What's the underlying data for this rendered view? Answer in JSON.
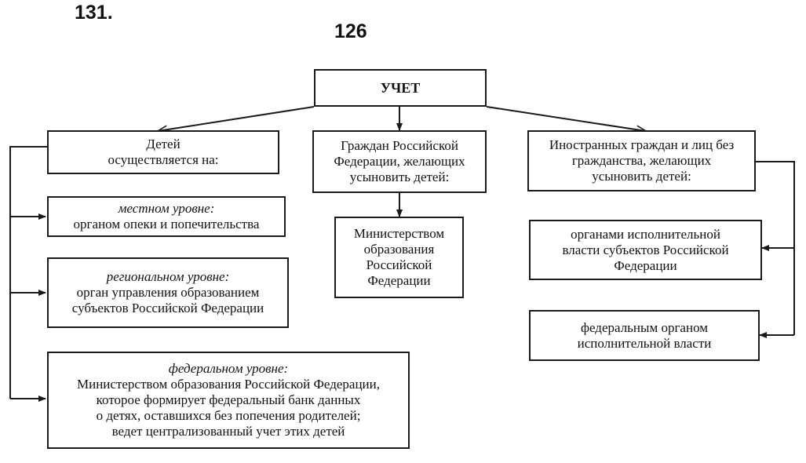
{
  "header": {
    "problem_number": "131.",
    "page_number": "126"
  },
  "diagram": {
    "root": "УЧЕТ",
    "children": {
      "left": [
        "Детей",
        "осуществляется на:"
      ],
      "center": [
        "Граждан Российской",
        "Федерации,  желающих",
        "усыновить детей:"
      ],
      "right": [
        "Иностранных граждан и лиц без",
        "гражданства, желающих",
        "усыновить детей:"
      ]
    },
    "left_levels": [
      {
        "level": "местном уровне:",
        "lines": [
          "органом опеки и попечительства"
        ]
      },
      {
        "level": "региональном уровне:",
        "lines": [
          "орган управления образованием",
          "субъектов Российской Федерации"
        ]
      },
      {
        "level": "федеральном уровне:",
        "lines": [
          "Министерством образования Российской Федерации,",
          "которое формирует федеральный банк данных",
          "о детях, оставшихся без попечения родителей;",
          "ведет централизованный учет этих детей"
        ]
      }
    ],
    "center_sub": [
      "Министерством",
      "образования",
      "Российской",
      "Федерации"
    ],
    "right_subs": [
      [
        "органами исполнительной",
        "власти субъектов Российской",
        "Федерации"
      ],
      [
        "федеральным органом",
        "исполнительной власти"
      ]
    ]
  }
}
